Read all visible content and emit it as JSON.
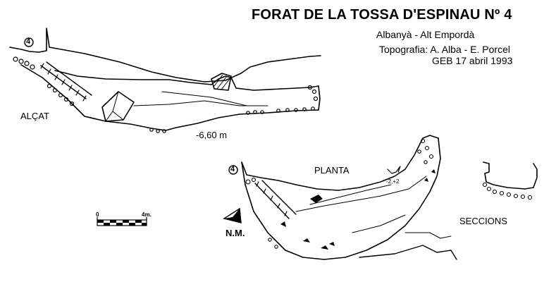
{
  "title": "FORAT DE LA TOSSA D'ESPINAU Nº 4",
  "location": "Albanyà - Alt Empordà",
  "topography": "Topografia: A. Alba - E. Porcel",
  "group_date": "GEB  17 abril 1993",
  "views": {
    "elevation_label": "ALÇAT",
    "plan_label": "PLANTA",
    "sections_label": "SECCIONS"
  },
  "entrance_marker": "4",
  "depth_label": "-6,60 m",
  "plan_point_label": "-2,+2",
  "north_label": "N.M.",
  "scale": {
    "start": "0",
    "end": "4m."
  }
}
